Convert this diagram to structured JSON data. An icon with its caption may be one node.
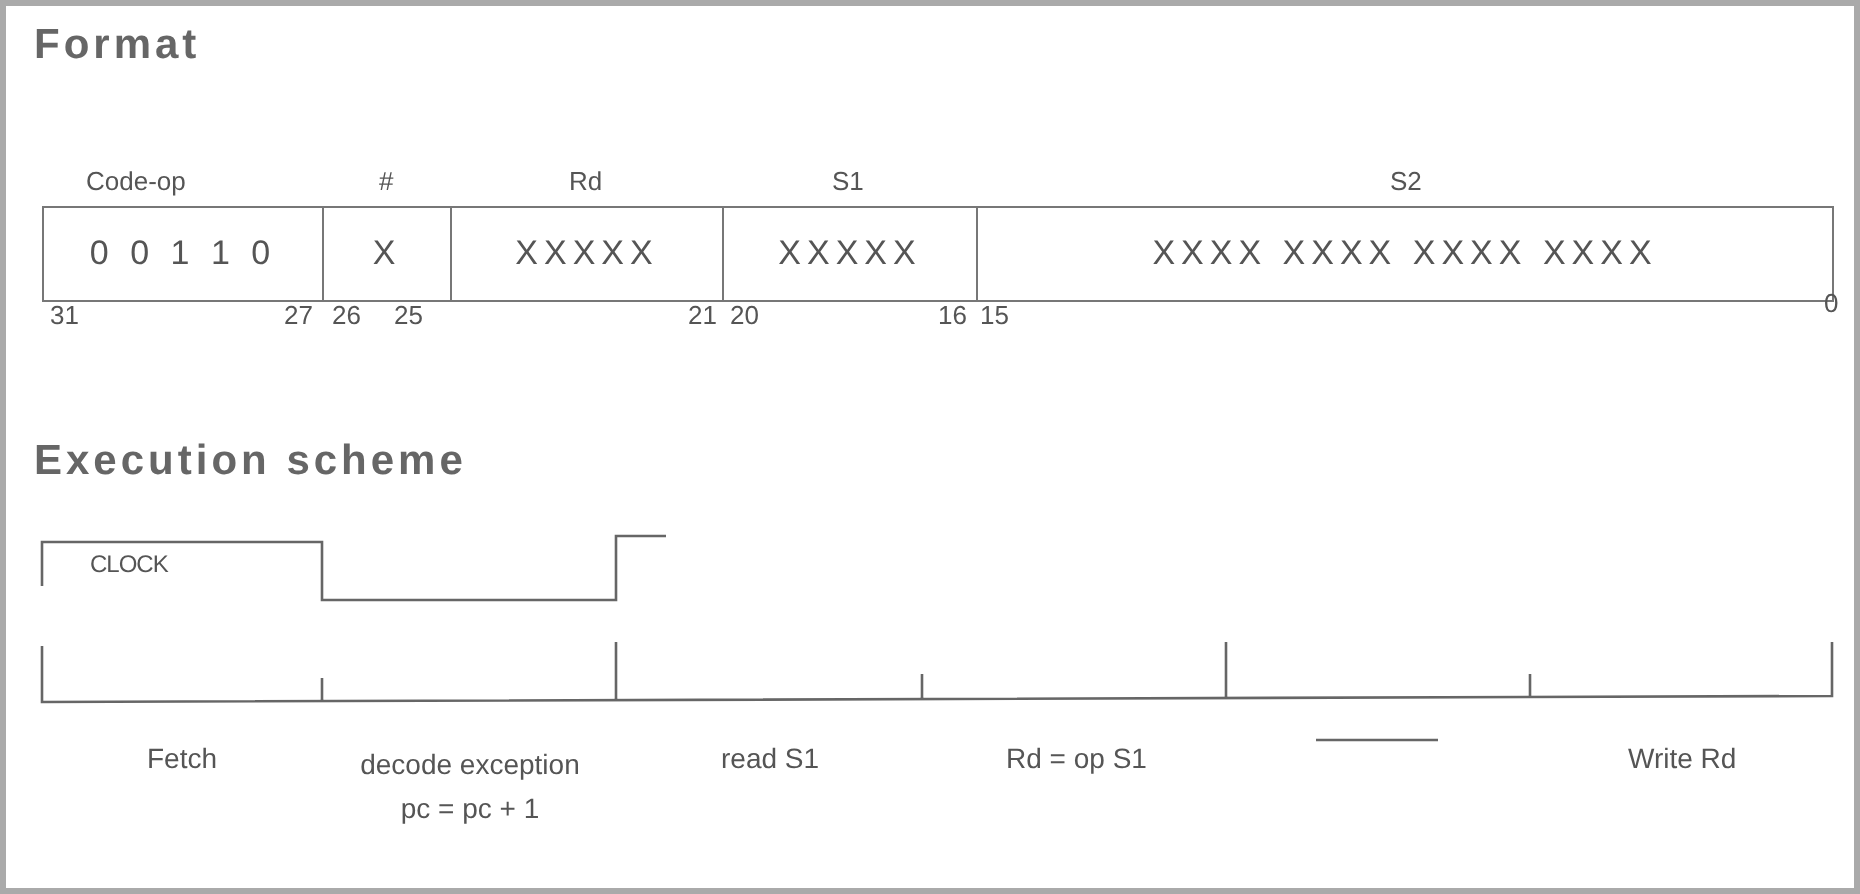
{
  "diagram": {
    "nodes": [
      {
        "text": [
          "0 0 1 1 0"
        ]
      },
      {
        "text": [
          "X"
        ]
      },
      {
        "text": [
          "XXXXX"
        ]
      },
      {
        "text": [
          "XXXXX"
        ]
      },
      {
        "text": [
          "XXXX XXXX XXXX XXXX"
        ]
      }
    ],
    "labels": [
      "Format",
      "Code-op",
      "#",
      "Rd",
      "S1",
      "S2",
      "31",
      "27",
      "26",
      "25",
      "21",
      "20",
      "16",
      "15",
      "0",
      "Execution scheme",
      "CLOCK",
      "Fetch",
      "decode exception pc = pc + 1",
      "read S1",
      "Rd = op S1",
      "Write Rd"
    ]
  }
}
